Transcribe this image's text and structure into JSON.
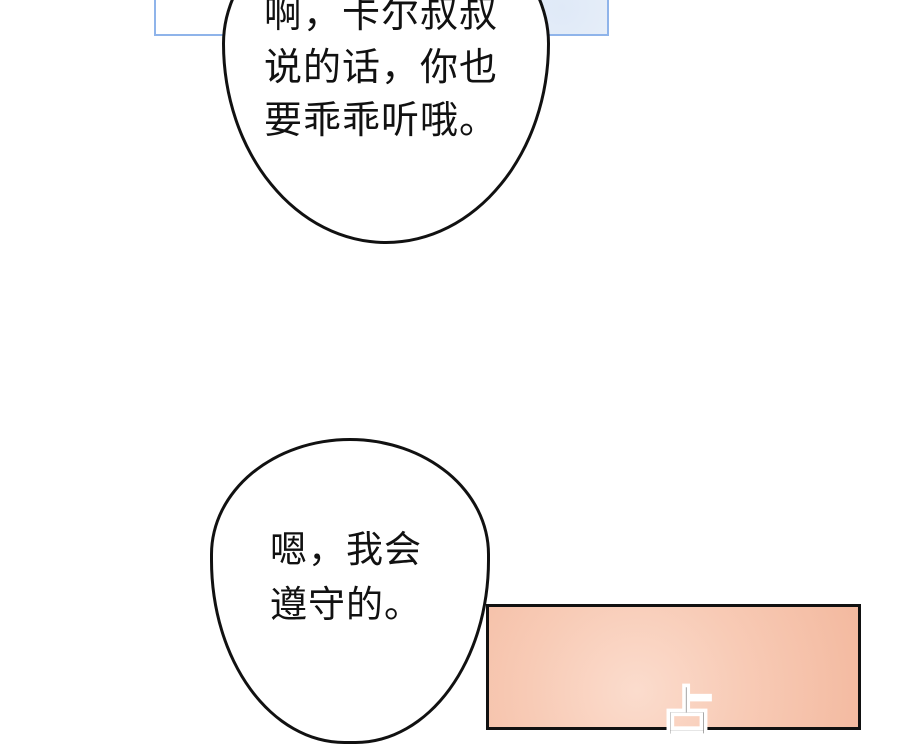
{
  "panels": [
    {
      "name": "top-panel",
      "border_color": "#8fb4ea"
    },
    {
      "name": "pink-panel",
      "fill_color": "#f8cbb6"
    }
  ],
  "bubbles": [
    {
      "lines": [
        "啊，卡尔叔叔",
        "说的话，你也",
        "要乖乖听哦。"
      ]
    },
    {
      "lines": [
        "嗯，我会",
        "遵守的。"
      ]
    }
  ],
  "sfx": "占"
}
